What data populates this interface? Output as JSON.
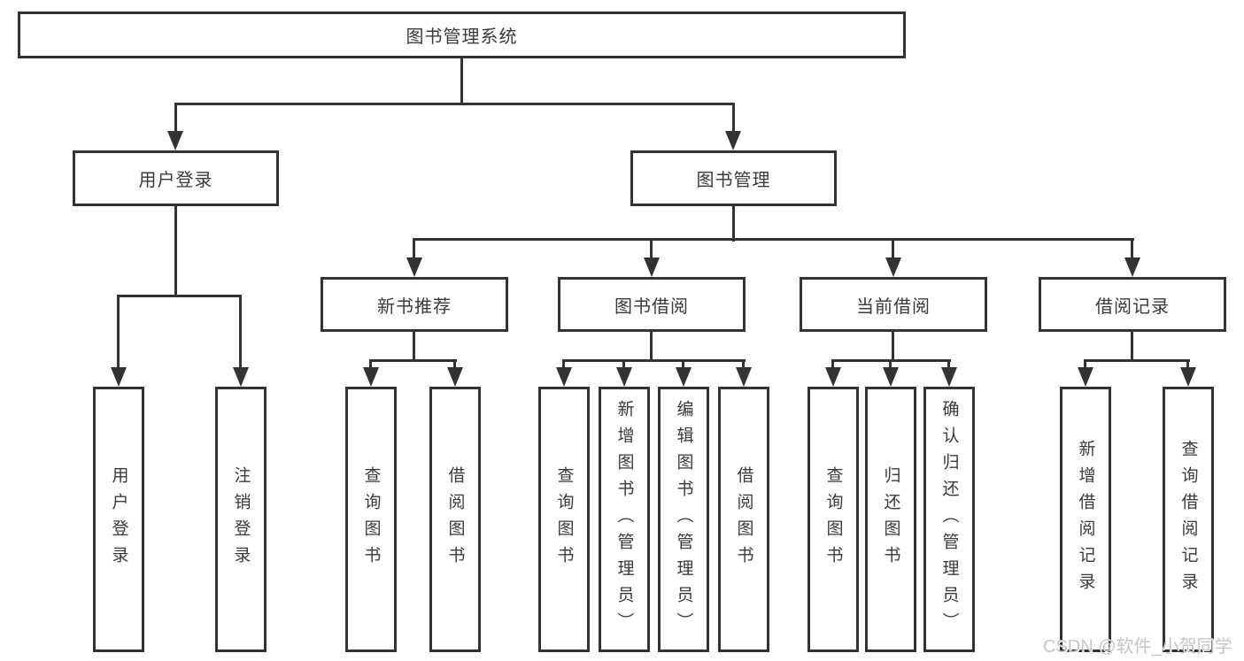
{
  "tree": {
    "label": "图书管理系统",
    "children": [
      {
        "label": "用户登录",
        "children": [
          {
            "label": "用户登录"
          },
          {
            "label": "注销登录"
          }
        ]
      },
      {
        "label": "图书管理",
        "children": [
          {
            "label": "新书推荐",
            "children": [
              {
                "label": "查询图书"
              },
              {
                "label": "借阅图书"
              }
            ]
          },
          {
            "label": "图书借阅",
            "children": [
              {
                "label": "查询图书"
              },
              {
                "label": "新增图书（管理员）"
              },
              {
                "label": "编辑图书（管理员）"
              },
              {
                "label": "借阅图书"
              }
            ]
          },
          {
            "label": "当前借阅",
            "children": [
              {
                "label": "查询图书"
              },
              {
                "label": "归还图书"
              },
              {
                "label": "确认归还（管理员）"
              }
            ]
          },
          {
            "label": "借阅记录",
            "children": [
              {
                "label": "新增借阅记录"
              },
              {
                "label": "查询借阅记录"
              }
            ]
          }
        ]
      }
    ]
  },
  "watermark": {
    "text": "CSDN @软件_小贺同学"
  },
  "colors": {
    "line": "#333333",
    "text": "#3a3a3a",
    "watermark": "#c6c6c6",
    "background": "#ffffff"
  }
}
